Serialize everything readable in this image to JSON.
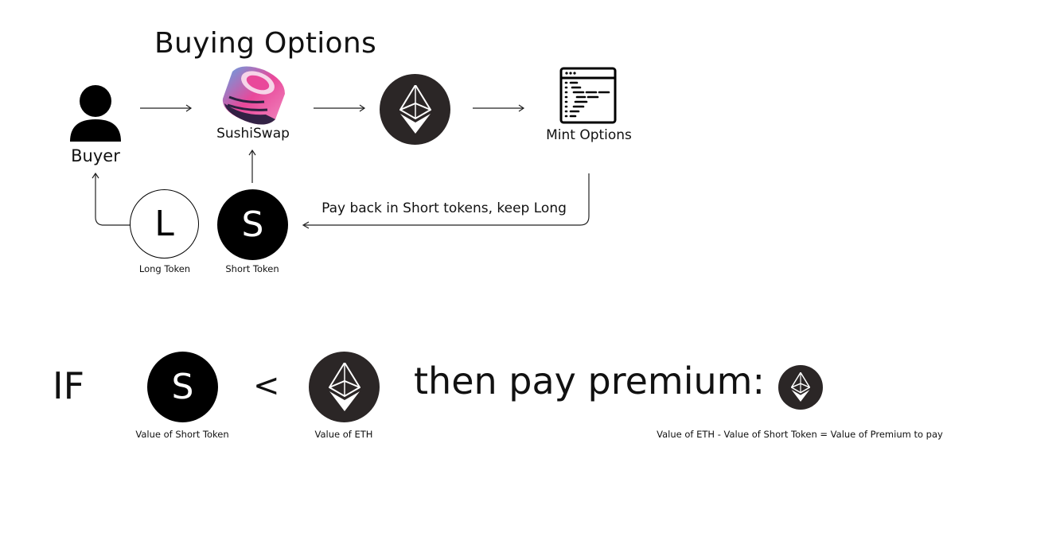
{
  "title": "Buying Options",
  "nodes": {
    "buyer": "Buyer",
    "sushiswap": "SushiSwap",
    "mint": "Mint Options",
    "long_letter": "L",
    "long_caption": "Long Token",
    "short_letter": "S",
    "short_caption": "Short Token"
  },
  "edge_label": "Pay back in Short tokens, keep Long",
  "condition": {
    "if": "IF",
    "short_letter": "S",
    "short_caption": "Value of Short Token",
    "operator": "<",
    "eth_caption": "Value of ETH",
    "then": "then pay premium:",
    "premium_caption": "Value of ETH - Value of Short Token = Value of Premium to pay"
  },
  "colors": {
    "dark": "#2b2626",
    "black": "#000000",
    "sushi_pink": "#e9489a",
    "sushi_blue": "#5ea6e6"
  }
}
